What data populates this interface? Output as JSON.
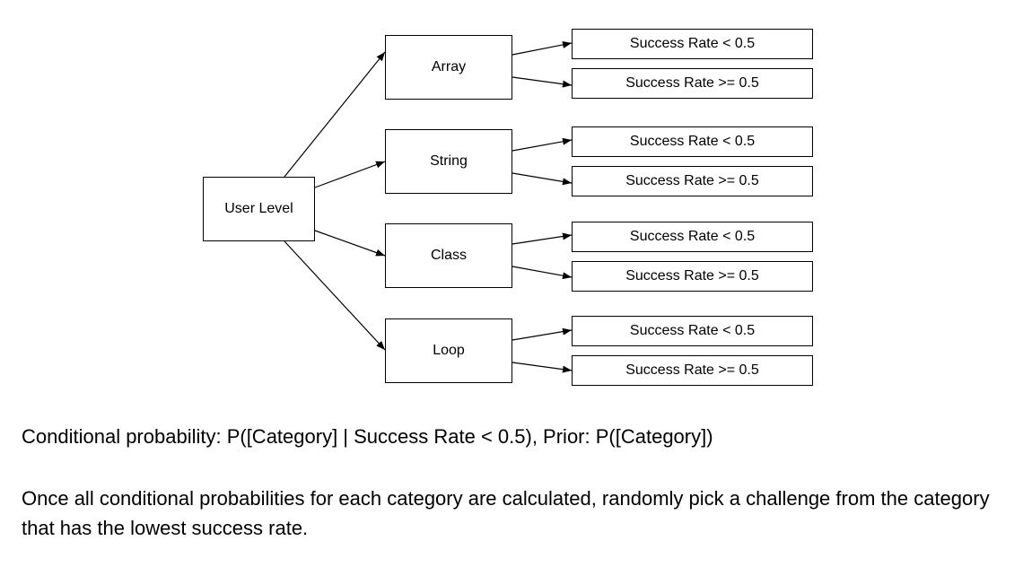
{
  "diagram": {
    "root": {
      "id": "user-level",
      "label": "User Level"
    },
    "categories": [
      {
        "id": "array",
        "label": "Array",
        "outcomes": [
          {
            "label": "Success Rate < 0.5"
          },
          {
            "label": "Success Rate >= 0.5"
          }
        ]
      },
      {
        "id": "string",
        "label": "String",
        "outcomes": [
          {
            "label": "Success Rate < 0.5"
          },
          {
            "label": "Success Rate >= 0.5"
          }
        ]
      },
      {
        "id": "class",
        "label": "Class",
        "outcomes": [
          {
            "label": "Success Rate < 0.5"
          },
          {
            "label": "Success Rate >= 0.5"
          }
        ]
      },
      {
        "id": "loop",
        "label": "Loop",
        "outcomes": [
          {
            "label": "Success Rate < 0.5"
          },
          {
            "label": "Success Rate >= 0.5"
          }
        ]
      }
    ],
    "edge_color": "#000000"
  },
  "text": {
    "conditional": "Conditional probability: P([Category] | Success Rate < 0.5), Prior: P([Category])",
    "instruction": "Once all conditional probabilities for each category are calculated, randomly pick a challenge from the category that has the lowest success rate."
  }
}
